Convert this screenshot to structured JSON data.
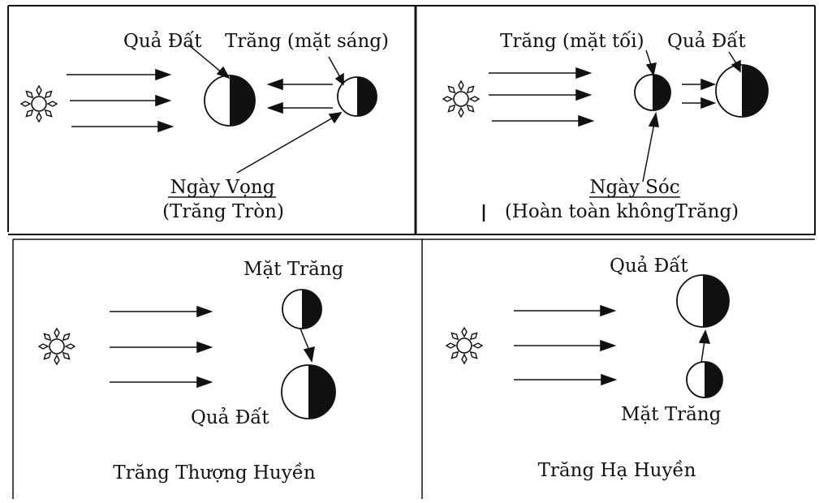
{
  "panels": {
    "full_moon": {
      "earth_label": "Quả Đất",
      "moon_label": "Trăng (mặt sáng)",
      "title": "Ngày Vọng",
      "subtitle": "(Trăng Tròn)"
    },
    "new_moon": {
      "moon_label": "Trăng (mặt tối)",
      "earth_label": "Quả Đất",
      "title": "Ngày Sóc",
      "subtitle": "(Hoàn toàn khôngTrăng)"
    },
    "first_quarter": {
      "moon_label": "Mặt Trăng",
      "earth_label": "Quả Đất",
      "caption": "Trăng Thượng Huyền"
    },
    "last_quarter": {
      "earth_label": "Quả Đất",
      "moon_label": "Mặt Trăng",
      "caption": "Trăng Hạ Huyền"
    }
  }
}
